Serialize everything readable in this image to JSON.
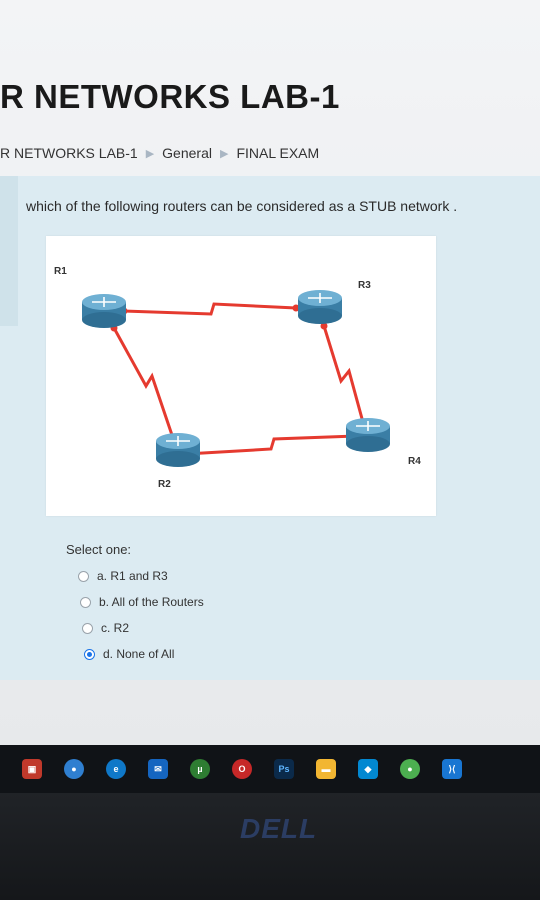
{
  "course": {
    "title": "R NETWORKS LAB-1"
  },
  "breadcrumb": {
    "items": [
      "R NETWORKS LAB-1",
      "General",
      "FINAL EXAM"
    ],
    "separator": "▶"
  },
  "question": {
    "text": "which of the following routers can be considered as a STUB network ."
  },
  "diagram": {
    "routers": [
      {
        "id": "R1",
        "label": "R1"
      },
      {
        "id": "R2",
        "label": "R2"
      },
      {
        "id": "R3",
        "label": "R3"
      },
      {
        "id": "R4",
        "label": "R4"
      }
    ],
    "links": [
      [
        "R1",
        "R3"
      ],
      [
        "R1",
        "R2"
      ],
      [
        "R2",
        "R4"
      ],
      [
        "R3",
        "R4"
      ]
    ],
    "link_color": "#e53a2f",
    "router_color": "#4a8fb3"
  },
  "answers": {
    "select_label": "Select one:",
    "options": [
      {
        "label": "a. R1 and R3",
        "selected": false
      },
      {
        "label": "b. All of the Routers",
        "selected": false
      },
      {
        "label": "c. R2",
        "selected": false
      },
      {
        "label": "d. None of All",
        "selected": true
      }
    ]
  },
  "taskbar": {
    "icons": [
      "store-icon",
      "chrome-icon",
      "edge-icon",
      "mail-icon",
      "utorrent-icon",
      "opera-icon",
      "photoshop-icon",
      "folder-icon",
      "app-icon",
      "chrome-icon",
      "vscode-icon",
      "office-icon"
    ],
    "photoshop_label": "Ps"
  },
  "monitor": {
    "brand": "DELL"
  }
}
